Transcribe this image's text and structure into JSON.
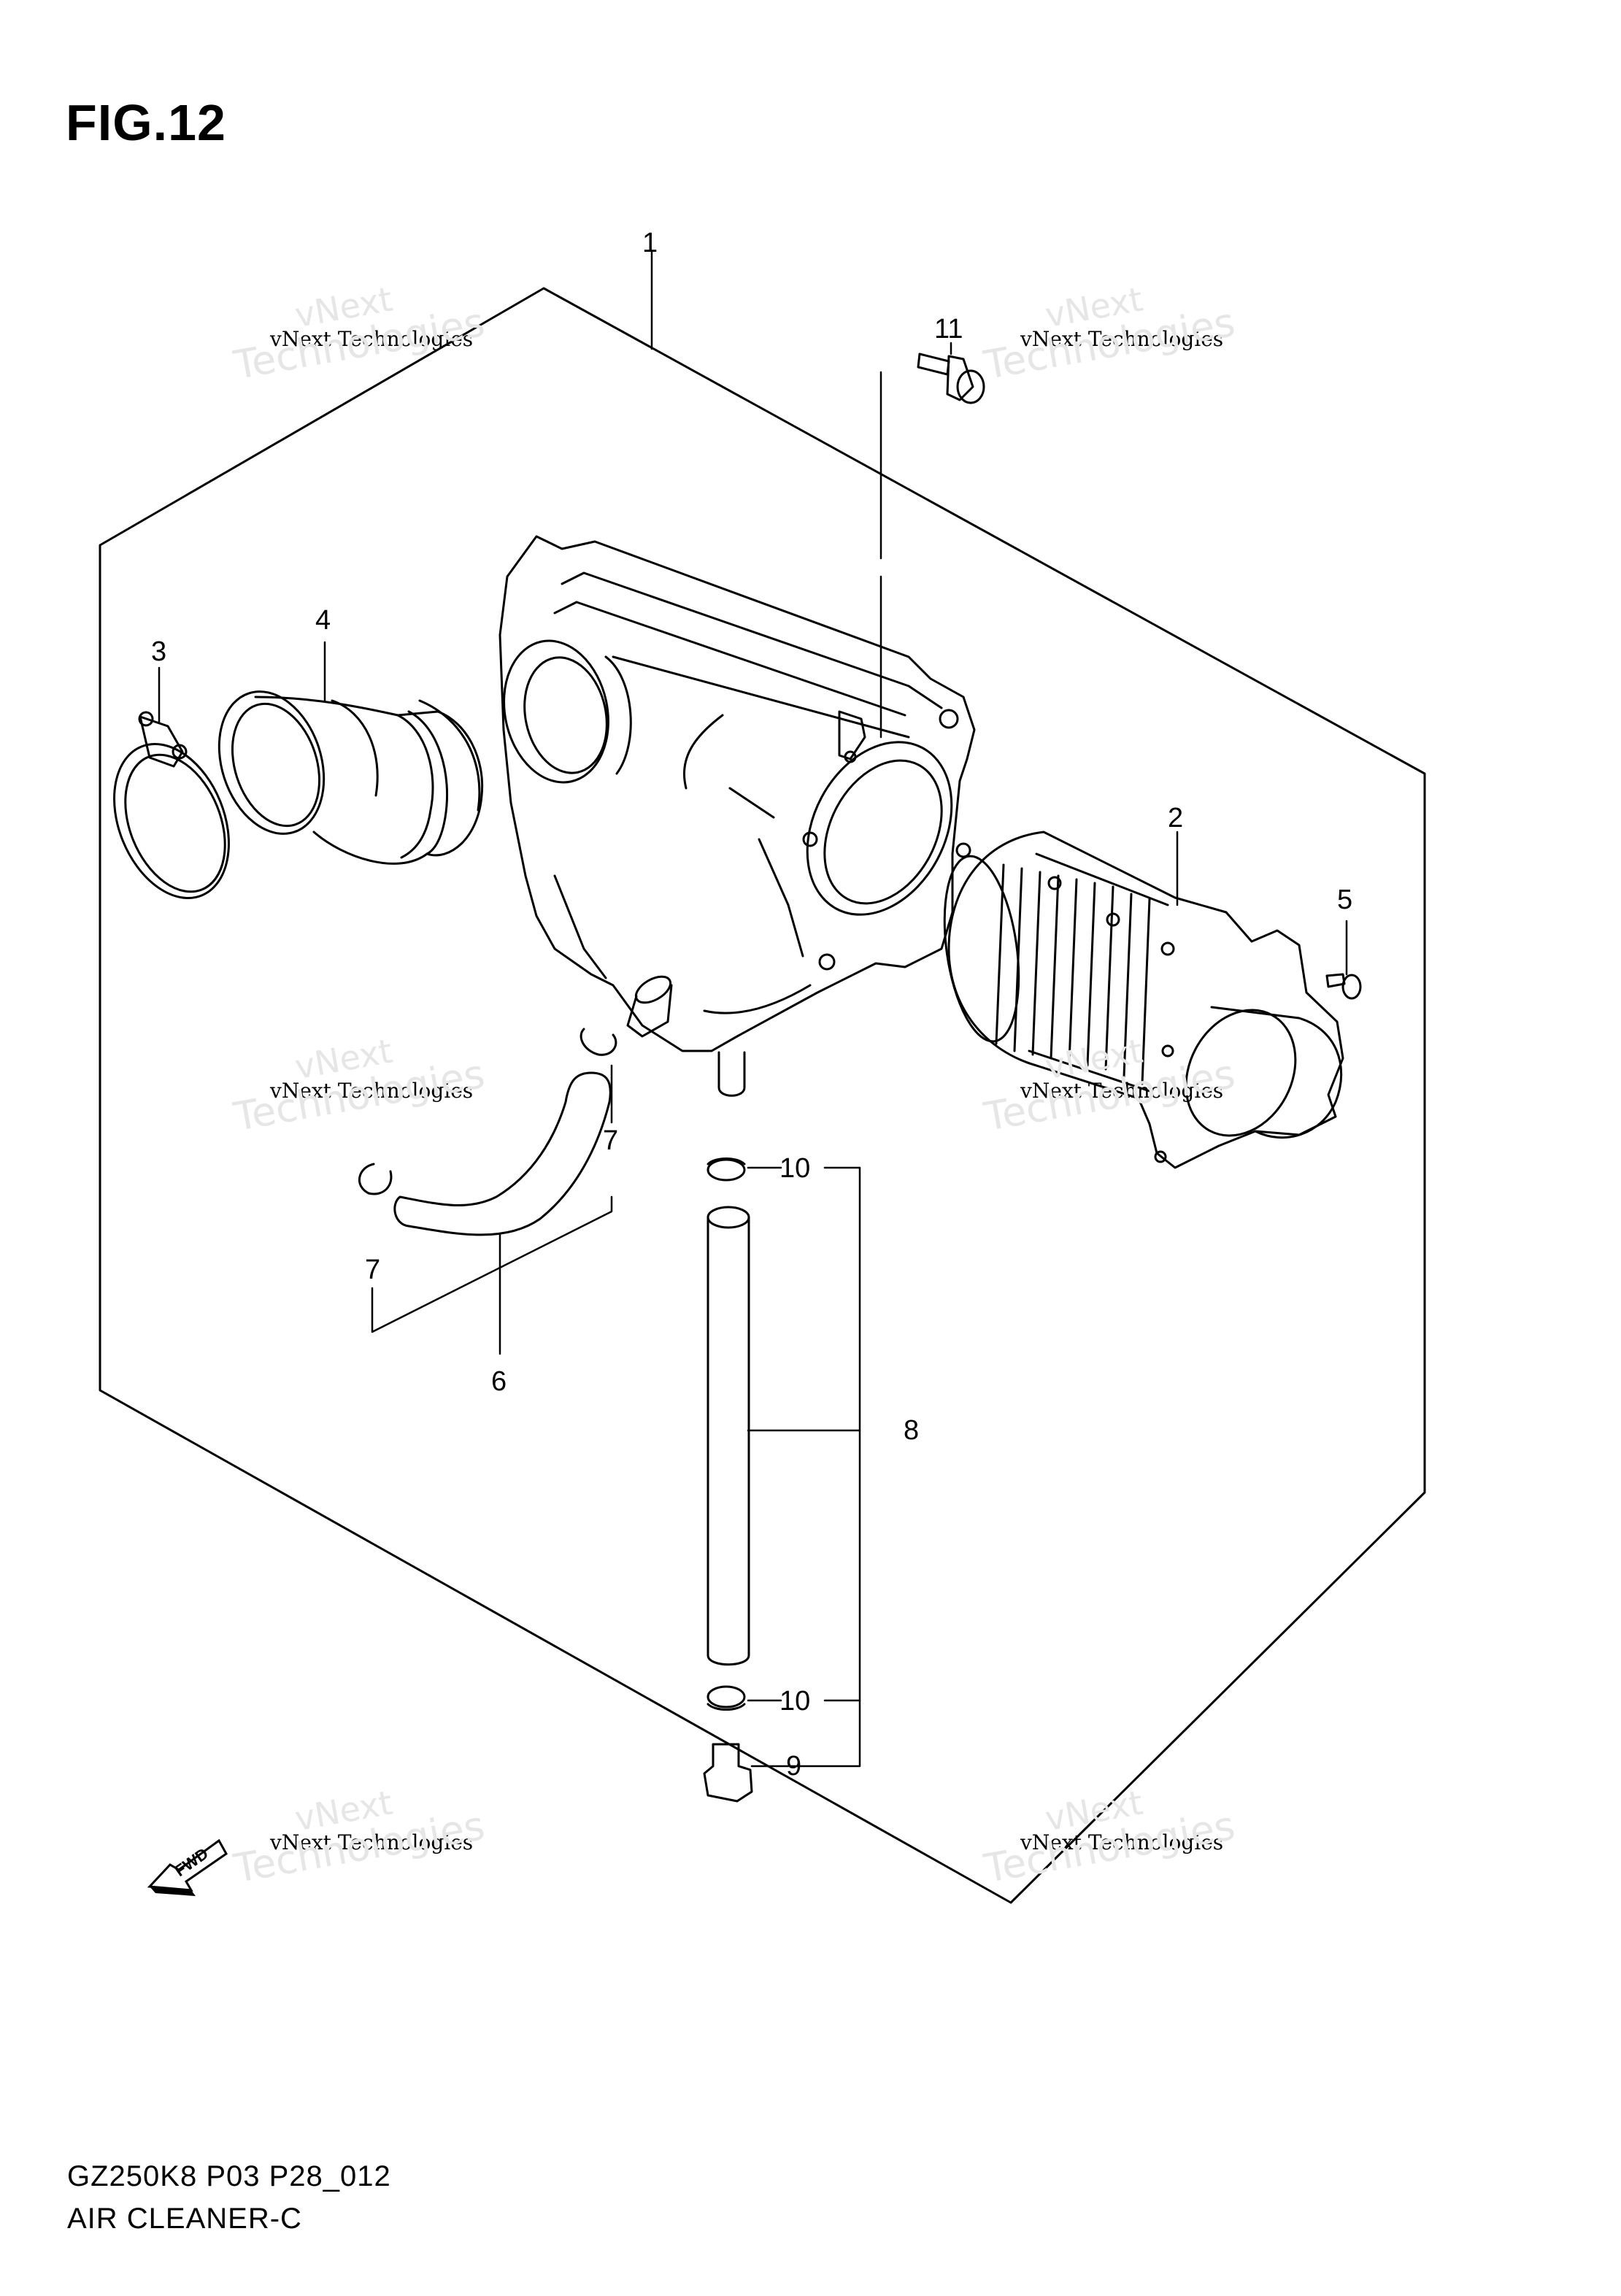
{
  "figure": {
    "title": "FIG.12",
    "model_code": "GZ250K8 P03 P28_012",
    "caption": "AIR CLEANER-C"
  },
  "watermark": {
    "line": "vNext Technologies",
    "word_top": "vNext",
    "word_bottom": "Technologies"
  },
  "callouts": [
    "1",
    "2",
    "3",
    "4",
    "5",
    "6",
    "7",
    "7",
    "8",
    "9",
    "10",
    "10",
    "11"
  ],
  "fwd_label": "FWD",
  "colors": {
    "ink": "#000000",
    "watermark": "#e6e6e6",
    "background": "#ffffff"
  },
  "icons": [
    "forward-arrow-icon"
  ]
}
